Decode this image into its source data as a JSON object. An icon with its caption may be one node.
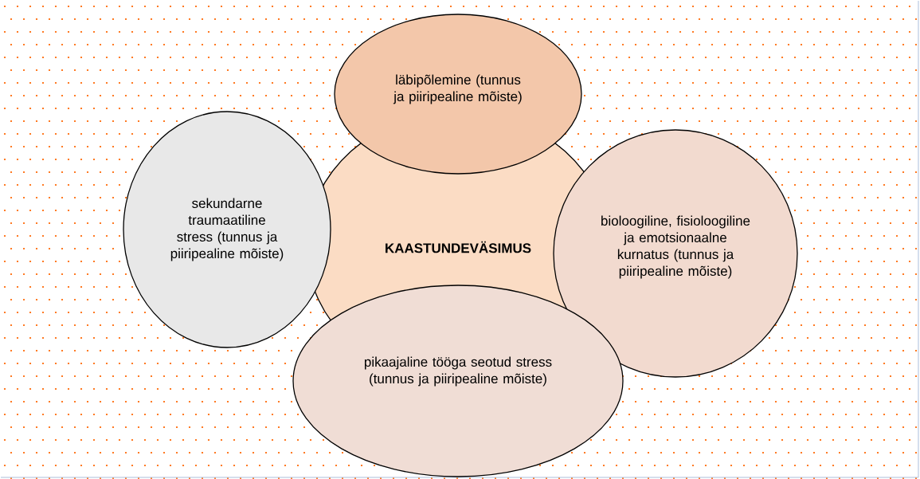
{
  "diagram": {
    "nodes": [
      {
        "text": [
          "läbipõlemine (tunnus ja piiripealine mõiste)"
        ]
      },
      {
        "text": [
          "sekundarne traumaatiline stress (tunnus ja piiripealine mõiste)"
        ]
      },
      {
        "text": [
          "KAASTUNDEVÄSIMUS"
        ]
      },
      {
        "text": [
          "bioloogiline, fisioloogiline ja emotsionaalne kurnatus (tunnus ja piiripealine mõiste)"
        ]
      },
      {
        "text": [
          "pikaajaline tööga seotud stress (tunnus ja piiripealine mõiste)"
        ]
      }
    ]
  }
}
